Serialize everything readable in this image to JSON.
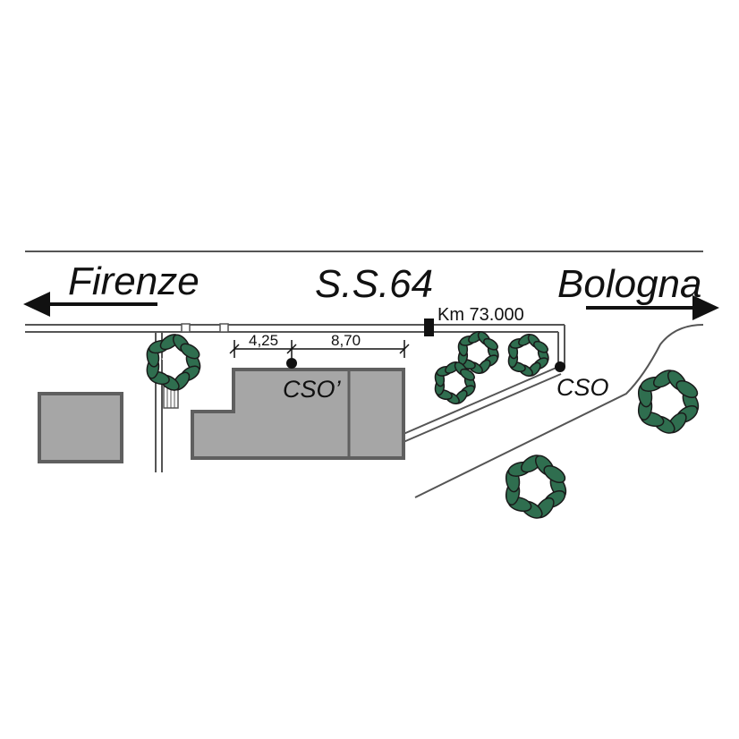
{
  "labels": {
    "left_destination": "Firenze",
    "right_destination": "Bologna",
    "road_name": "S.S.64",
    "kilometre_marker": "Km 73.000",
    "station_primary": "CSO",
    "station_secondary": "CSO’"
  },
  "dimensions": {
    "segment_left": "4,25",
    "segment_right": "8,70"
  },
  "colors": {
    "building_fill": "#a6a6a6",
    "building_stroke": "#5f5f5f",
    "tree_foliage": "#2f6e4f",
    "tree_outline": "#1a1a1a",
    "line": "#555555",
    "text": "#111111"
  },
  "icons": {
    "arrow_left": "arrow-left-icon",
    "arrow_right": "arrow-right-icon",
    "tree": "tree-icon",
    "marker": "km-marker-icon",
    "station": "station-point-icon"
  }
}
